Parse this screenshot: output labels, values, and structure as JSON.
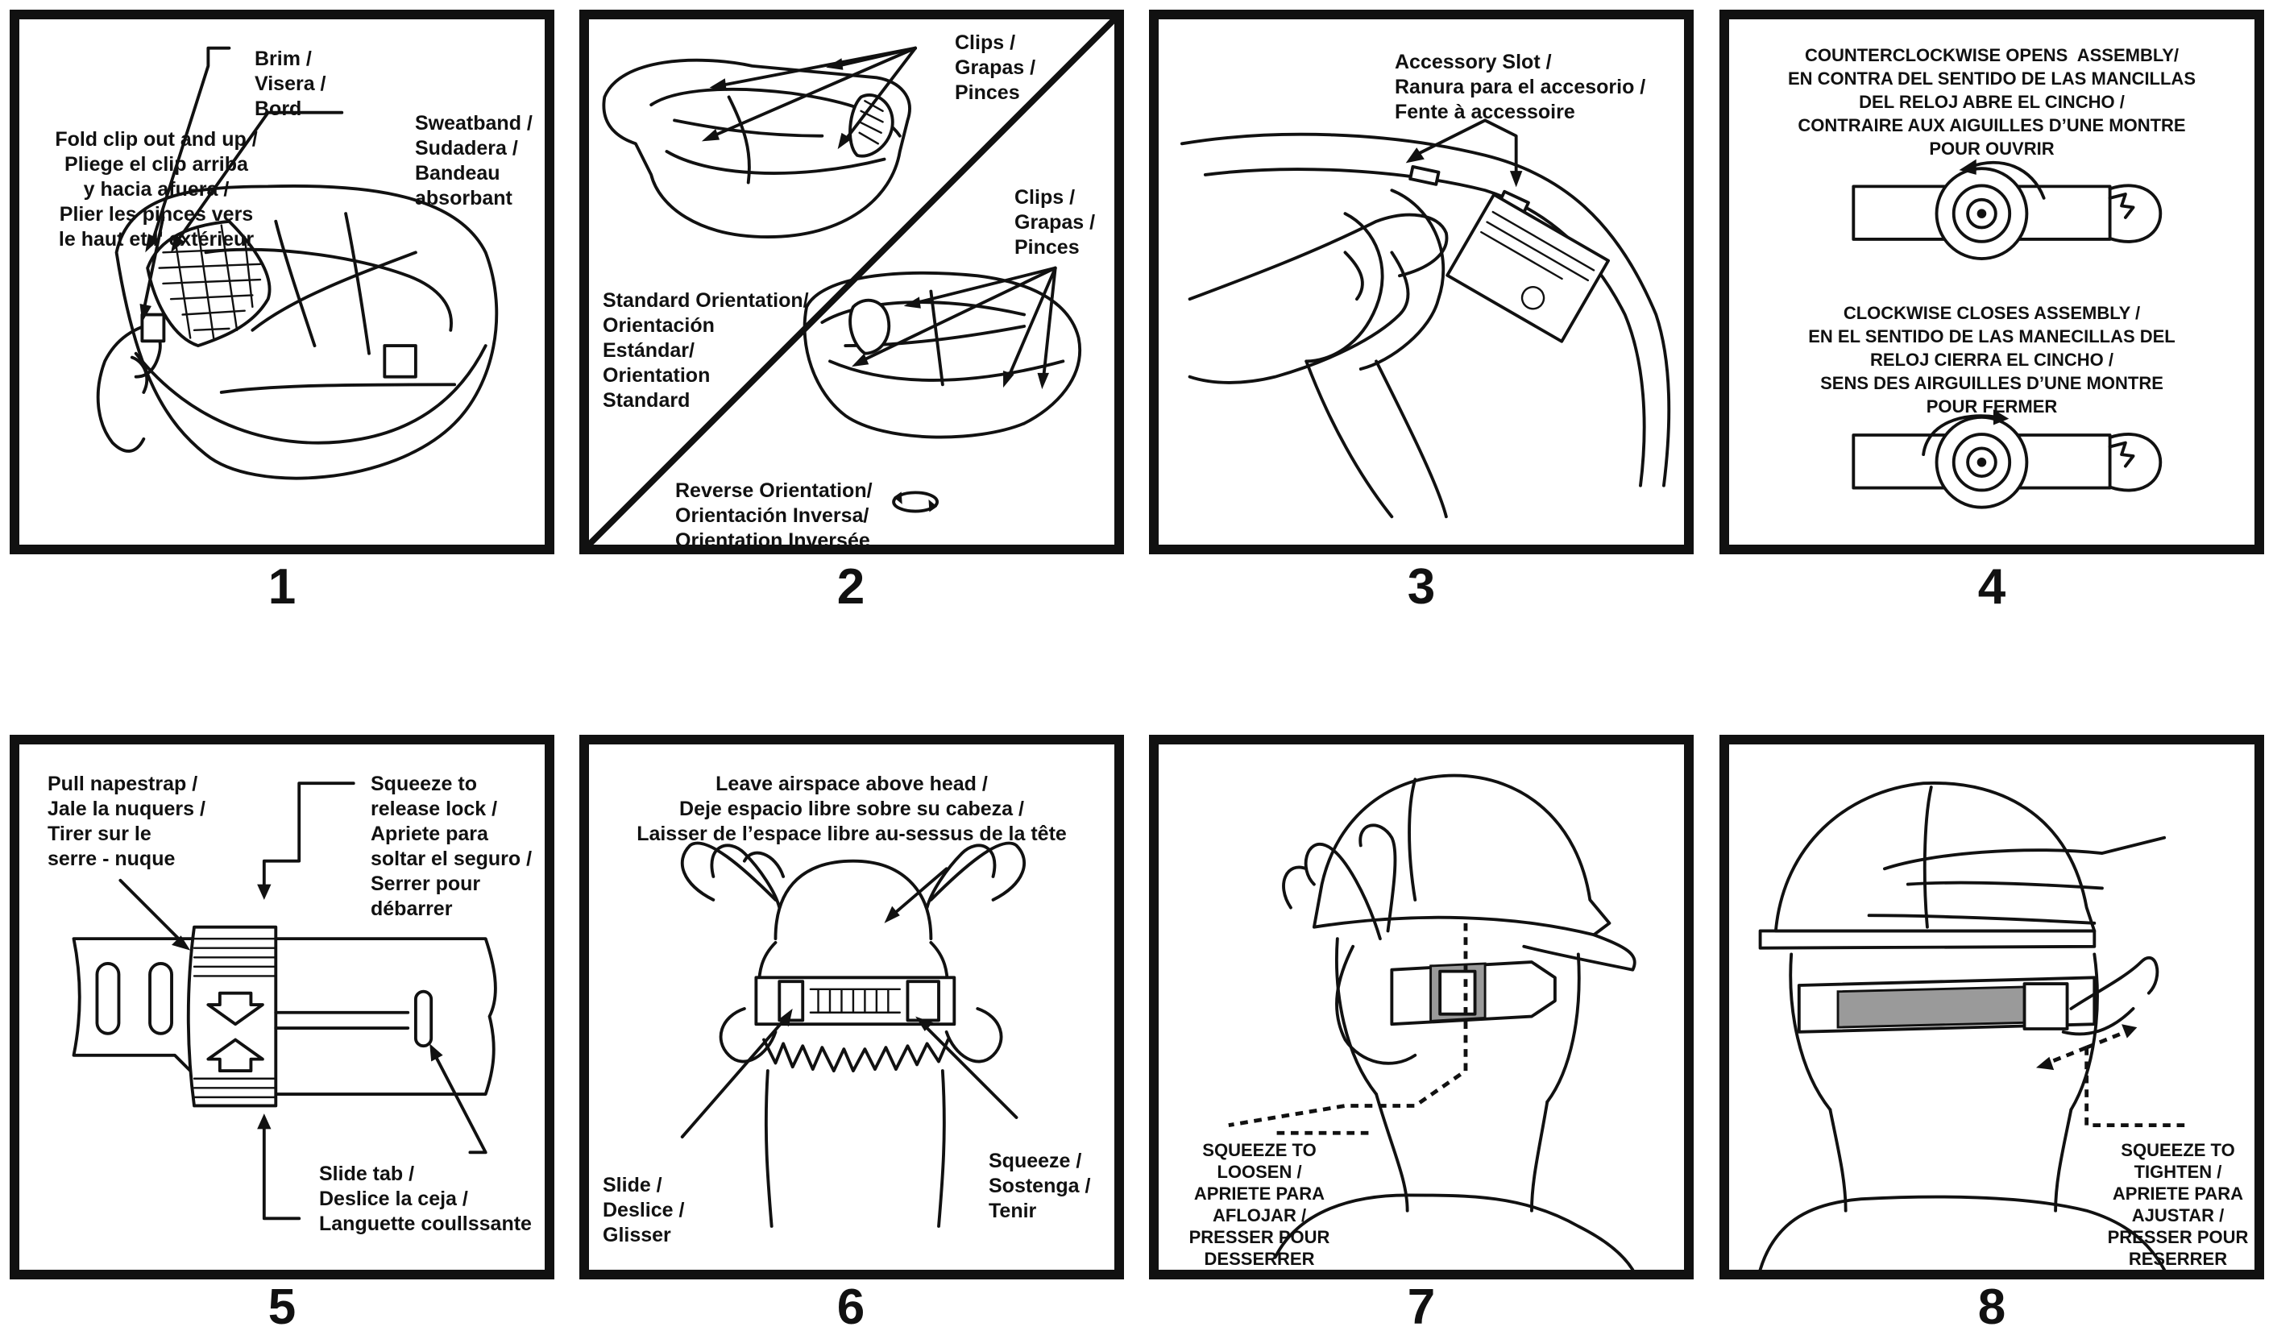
{
  "panels": [
    {
      "number": "1",
      "labels": {
        "brim": "Brim /\nVisera /\nBord",
        "fold_clip": "Fold clip out and up /\nPliege el clip arriba\ny hacia afuera /\nPlier les pinces vers\nle haut et l' extérieur",
        "sweatband": "Sweatband /\nSudadera /\nBandeau\nabsorbant"
      }
    },
    {
      "number": "2",
      "labels": {
        "clips_top": "Clips /\nGrapas /\nPinces",
        "clips_bottom": "Clips /\nGrapas /\nPinces",
        "standard": "Standard Orientation/\nOrientación\nEstándar/\nOrientation\nStandard",
        "reverse": "Reverse Orientation/\nOrientación Inversa/\nOrientation Inversée"
      }
    },
    {
      "number": "3",
      "labels": {
        "accessory_slot": "Accessory Slot /\nRanura para el accesorio /\nFente à accessoire"
      }
    },
    {
      "number": "4",
      "labels": {
        "counterclockwise": "COUNTERCLOCKWISE OPENS  ASSEMBLY/\nEN CONTRA DEL SENTIDO DE LAS MANCILLAS\nDEL RELOJ ABRE EL CINCHO /\nCONTRAIRE AUX AIGUILLES D’UNE MONTRE\nPOUR OUVRIR",
        "clockwise": "CLOCKWISE CLOSES ASSEMBLY /\nEN EL SENTIDO DE LAS MANECILLAS DEL\nRELOJ CIERRA EL CINCHO /\nSENS DES AIRGUILLES D’UNE MONTRE\nPOUR FERMER"
      }
    },
    {
      "number": "5",
      "labels": {
        "pull_napestrap": "Pull napestrap /\nJale la nuquers /\nTirer sur le\nserre - nuque",
        "squeeze_release": "Squeeze to\nrelease lock /\nApriete para\nsoltar el seguro /\nSerrer pour\ndébarrer",
        "slide_tab": "Slide tab /\nDeslice la ceja /\nLanguette coullssante"
      }
    },
    {
      "number": "6",
      "labels": {
        "airspace": "Leave airspace above head /\nDeje espacio libre sobre su cabeza /\nLaisser de l’espace libre au-sessus de la tête",
        "slide": "Slide /\nDeslice /\nGlisser",
        "squeeze": "Squeeze /\nSostenga /\nTenir"
      }
    },
    {
      "number": "7",
      "labels": {
        "loosen": "SQUEEZE TO\nLOOSEN /\nAPRIETE PARA\nAFLOJAR /\nPRESSER POUR\nDESSERRER"
      }
    },
    {
      "number": "8",
      "labels": {
        "tighten": "SQUEEZE TO\nTIGHTEN /\nAPRIETE PARA\nAJUSTAR /\nPRESSER POUR\nRESERRER"
      }
    }
  ]
}
